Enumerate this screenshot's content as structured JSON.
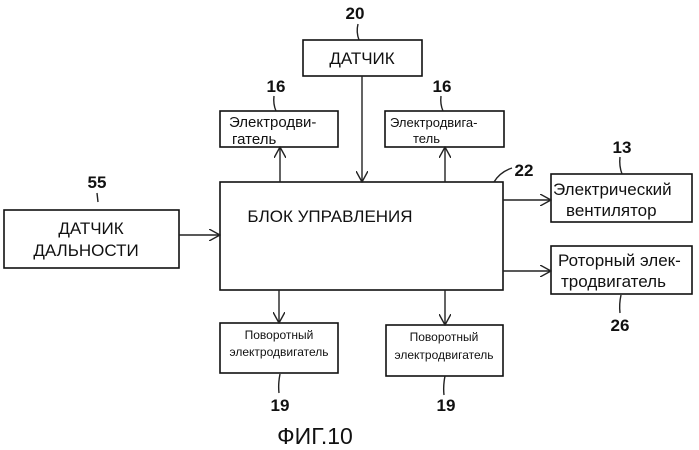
{
  "figure_label": "ФИГ.10",
  "blocks": {
    "sensor": {
      "ref": "20",
      "lines": [
        "ДАТЧИК"
      ]
    },
    "motor_left": {
      "ref": "16",
      "lines": [
        "Электродви-",
        "гатель"
      ]
    },
    "motor_right": {
      "ref": "16",
      "lines": [
        "Электродвига-",
        "тель"
      ]
    },
    "control_unit": {
      "ref": "22",
      "lines": [
        "БЛОК УПРАВЛЕНИЯ"
      ]
    },
    "range_sensor": {
      "ref": "55",
      "lines": [
        "ДАТЧИК",
        "ДАЛЬНОСТИ"
      ]
    },
    "electric_fan": {
      "ref": "13",
      "lines": [
        "Электрический",
        "вентилятор"
      ]
    },
    "rotor_motor": {
      "ref": "26",
      "lines": [
        "Роторный элек-",
        "тродвигатель"
      ]
    },
    "swivel_motor_left": {
      "ref": "19",
      "lines": [
        "Поворотный",
        "электродвигатель"
      ]
    },
    "swivel_motor_right": {
      "ref": "19",
      "lines": [
        "Поворотный",
        "электродвигатель"
      ]
    }
  }
}
